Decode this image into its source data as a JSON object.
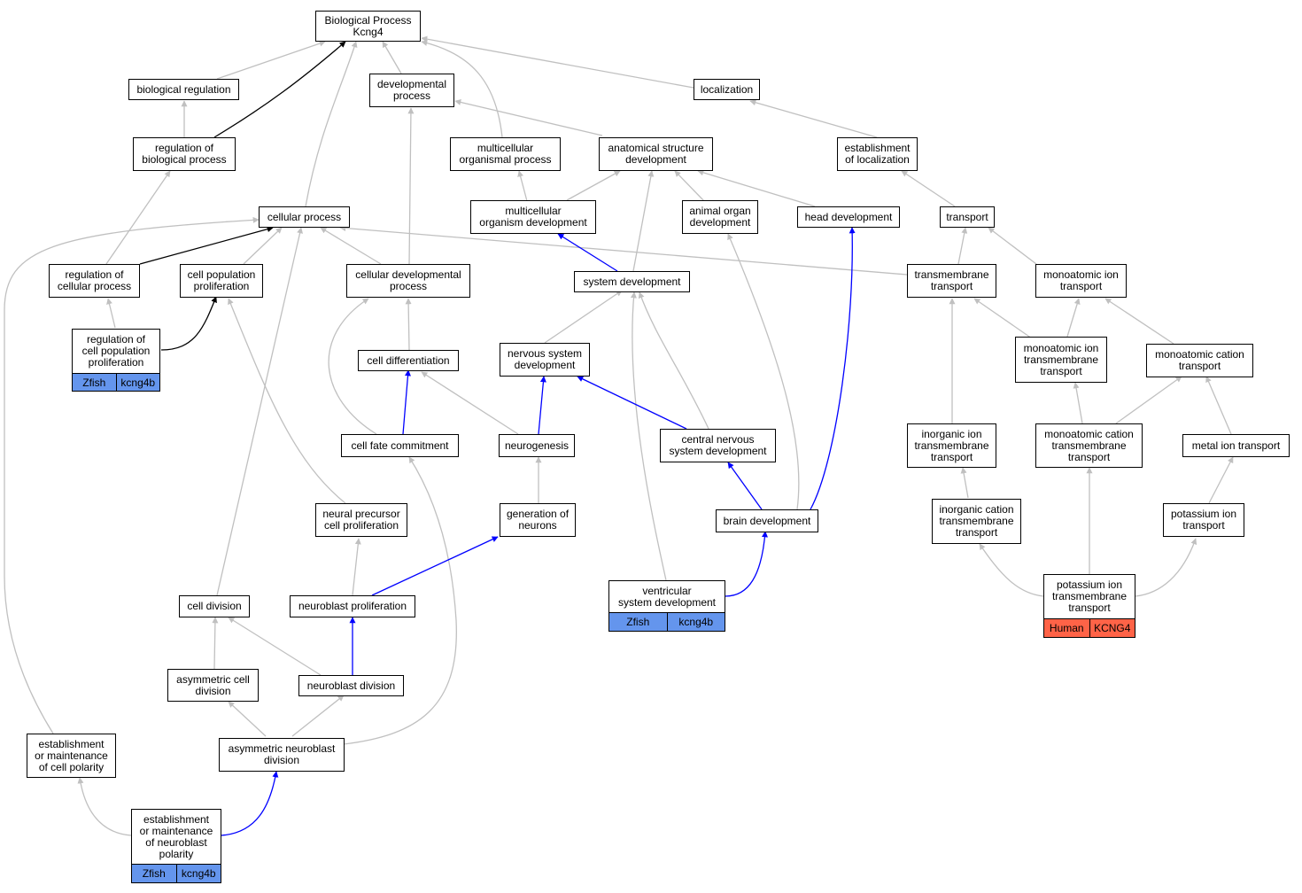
{
  "colors": {
    "gray_edge": "#c0c0c0",
    "black_edge": "#000000",
    "blue_edge": "#0000ff",
    "zfish": "#6495ed",
    "human": "#ff6347"
  },
  "nodes": {
    "root": "Biological Process\nKcng4",
    "biological_regulation": "biological regulation",
    "developmental_process": "developmental\nprocess",
    "localization": "localization",
    "regulation_of_biological_process": "regulation of\nbiological process",
    "multicellular_organismal_process": "multicellular\norganismal process",
    "anatomical_structure_development": "anatomical structure\ndevelopment",
    "establishment_of_localization": "establishment\nof localization",
    "cellular_process": "cellular process",
    "multicellular_organism_development": "multicellular\norganism development",
    "animal_organ_development": "animal organ\ndevelopment",
    "head_development": "head development",
    "transport": "transport",
    "regulation_of_cellular_process": "regulation of\ncellular process",
    "cell_population_proliferation": "cell population\nproliferation",
    "cellular_developmental_process": "cellular developmental\nprocess",
    "system_development": "system development",
    "transmembrane_transport": "transmembrane\ntransport",
    "monoatomic_ion_transport": "monoatomic ion\ntransport",
    "regulation_of_cell_population_proliferation": "regulation of\ncell population\nproliferation",
    "cell_differentiation": "cell differentiation",
    "nervous_system_development": "nervous system\ndevelopment",
    "monoatomic_ion_transmembrane_transport": "monoatomic ion\ntransmembrane\ntransport",
    "monoatomic_cation_transport": "monoatomic cation\ntransport",
    "cell_fate_commitment": "cell fate commitment",
    "neurogenesis": "neurogenesis",
    "central_nervous_system_development": "central nervous\nsystem development",
    "inorganic_ion_transmembrane_transport": "inorganic ion\ntransmembrane\ntransport",
    "monoatomic_cation_transmembrane_transport": "monoatomic cation\ntransmembrane\ntransport",
    "metal_ion_transport": "metal ion transport",
    "neural_precursor_cell_proliferation": "neural precursor\ncell proliferation",
    "generation_of_neurons": "generation of\nneurons",
    "brain_development": "brain development",
    "inorganic_cation_transmembrane_transport": "inorganic cation\ntransmembrane\ntransport",
    "potassium_ion_transport": "potassium ion\ntransport",
    "ventricular_system_development": "ventricular\nsystem development",
    "potassium_ion_transmembrane_transport": "potassium ion\ntransmembrane\ntransport",
    "cell_division": "cell division",
    "neuroblast_proliferation": "neuroblast proliferation",
    "asymmetric_cell_division": "asymmetric cell\ndivision",
    "neuroblast_division": "neuroblast division",
    "establishment_or_maintenance_of_cell_polarity": "establishment\nor maintenance\nof cell polarity",
    "asymmetric_neuroblast_division": "asymmetric neuroblast\ndivision",
    "establishment_or_maintenance_of_neuroblast_polarity": "establishment\nor maintenance\nof neuroblast\npolarity"
  },
  "annotations": {
    "regulation_of_cell_population_proliferation": {
      "species": "Zfish",
      "gene": "kcng4b"
    },
    "ventricular_system_development": {
      "species": "Zfish",
      "gene": "kcng4b"
    },
    "potassium_ion_transmembrane_transport": {
      "species": "Human",
      "gene": "KCNG4"
    },
    "establishment_or_maintenance_of_neuroblast_polarity": {
      "species": "Zfish",
      "gene": "kcng4b"
    }
  }
}
